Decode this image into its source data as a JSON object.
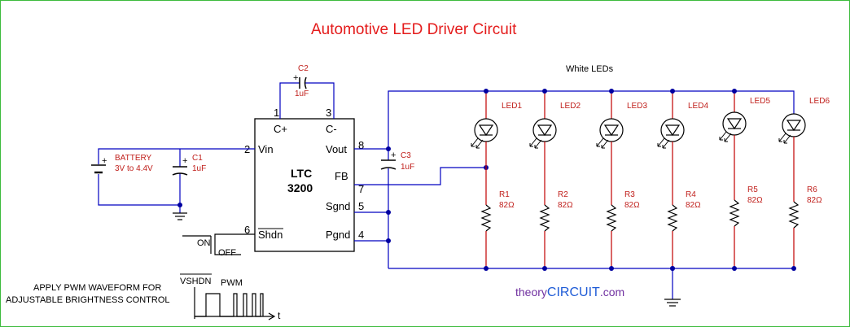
{
  "title": "Automotive LED Driver Circuit",
  "brand": {
    "prefix": "theory",
    "highlight": "CIRCUIT",
    "suffix": ".com"
  },
  "leds_header": "White LEDs",
  "ic": {
    "name_line1": "LTC",
    "name_line2": "3200",
    "pins": [
      {
        "num": "1",
        "label": "C+"
      },
      {
        "num": "3",
        "label": "C-"
      },
      {
        "num": "2",
        "label": "Vin"
      },
      {
        "num": "8",
        "label": "Vout"
      },
      {
        "num": "7",
        "label": "FB"
      },
      {
        "num": "5",
        "label": "Sgnd"
      },
      {
        "num": "4",
        "label": "Pgnd"
      },
      {
        "num": "6",
        "label": "Shdn"
      }
    ]
  },
  "c2": {
    "name": "C2",
    "value": "1uF"
  },
  "c1": {
    "name": "C1",
    "value": "1uF"
  },
  "c3": {
    "name": "C3",
    "value": "1uF"
  },
  "battery": {
    "name": "BATTERY",
    "range": "3V to 4.4V"
  },
  "switch": {
    "on": "ON",
    "off": "OFF"
  },
  "pwm": {
    "note_line1": "APPLY PWM WAVEFORM FOR",
    "note_line2": "ADJUSTABLE BRIGHTNESS CONTROL",
    "signal": "VSHDN",
    "label": "PWM",
    "axis": "t"
  },
  "polarity": "+",
  "leds": [
    "LED1",
    "LED2",
    "LED3",
    "LED4",
    "LED5",
    "LED6"
  ],
  "resistors": [
    {
      "name": "R1",
      "value": "82Ω"
    },
    {
      "name": "R2",
      "value": "82Ω"
    },
    {
      "name": "R3",
      "value": "82Ω"
    },
    {
      "name": "R4",
      "value": "82Ω"
    },
    {
      "name": "R5",
      "value": "82Ω"
    },
    {
      "name": "R6",
      "value": "82Ω"
    }
  ],
  "colors": {
    "title": "#e41c1c",
    "component_label": "#c0201c",
    "wire": "#0000c0",
    "lead": "#c00000",
    "frame": "#3dbb3d"
  }
}
